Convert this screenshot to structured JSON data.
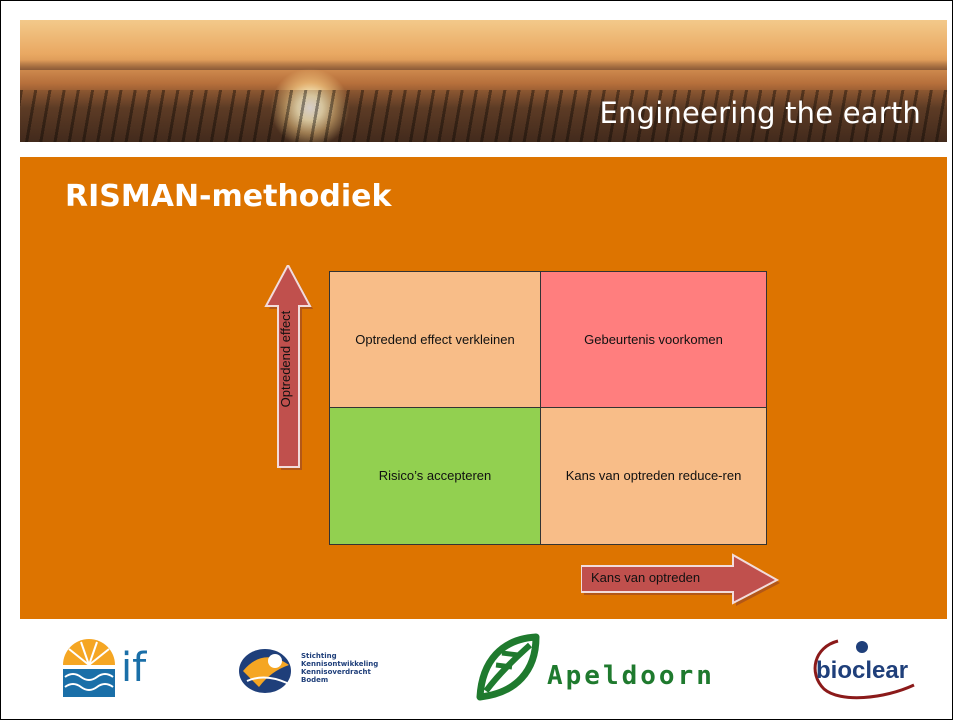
{
  "header": {
    "tagline": "Engineering the earth"
  },
  "slide": {
    "title": "RISMAN-methodiek"
  },
  "matrix": {
    "top_left": "Optredend effect verkleinen",
    "top_right": "Gebeurtenis voorkomen",
    "bottom_left": "Risico’s accepteren",
    "bottom_right": "Kans van optreden reduce-ren",
    "colors": {
      "top_left": "#f8bd88",
      "top_right": "#ff7e7e",
      "bottom_left": "#92d050",
      "bottom_right": "#f8bd88"
    }
  },
  "axes": {
    "vertical_label": "Optredend effect",
    "horizontal_label": "Kans van optreden",
    "arrow_color": "#c0504d"
  },
  "footer": {
    "logos": {
      "if_text": "if",
      "skb_text": [
        "Stichting",
        "Kennisontwikkeling",
        "Kennisoverdracht",
        "Bodem"
      ],
      "apeldoorn_text": "Apeldoorn",
      "bioclear_text": "bioclear"
    }
  },
  "theme": {
    "panel_color": "#dd7400"
  }
}
